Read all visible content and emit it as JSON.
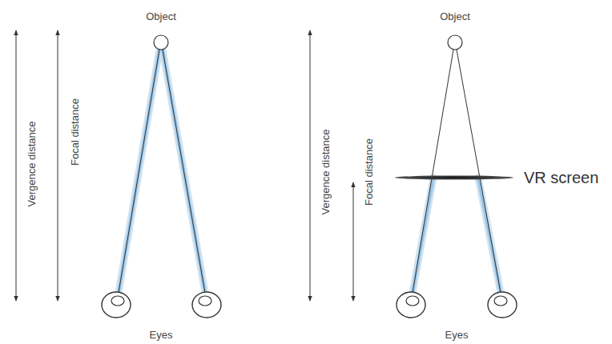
{
  "diagram": {
    "labels": [
      "Object",
      "Object",
      "Vergence distance",
      "Focal distance",
      "Vergence distance",
      "Focal distance",
      "VR screen",
      "Eyes",
      "Eyes"
    ]
  }
}
